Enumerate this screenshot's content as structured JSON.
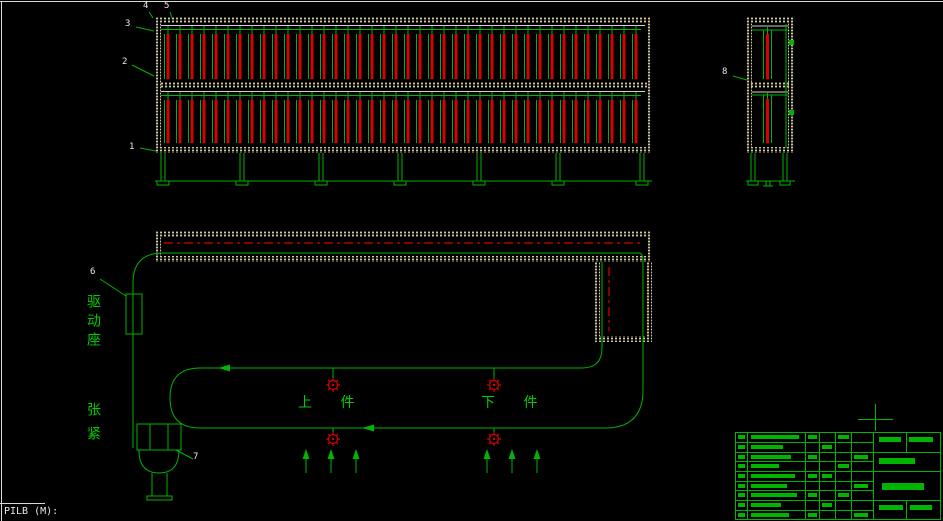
{
  "app": {
    "command_text": "PILB (M):"
  },
  "callouts": {
    "n1": "1",
    "n2": "2",
    "n3": "3",
    "n4": "4",
    "n5": "5",
    "n6": "6",
    "n7": "7",
    "n8": "8"
  },
  "labels": {
    "drive_seat": "驱动座",
    "tensioner": "张紧",
    "load_station": "上 件",
    "unload_station": "下 件"
  },
  "colors": {
    "bg": "#000000",
    "line_green": "#00b400",
    "text_green": "#00cc00",
    "part_red": "#d80000",
    "hatch": "#cfc89a",
    "white_line": "#d9d9d9"
  },
  "views": {
    "front": {
      "hangers_per_row": 40,
      "rows": 2
    },
    "side": {
      "hangers_per_row": 1,
      "rows": 2
    }
  }
}
